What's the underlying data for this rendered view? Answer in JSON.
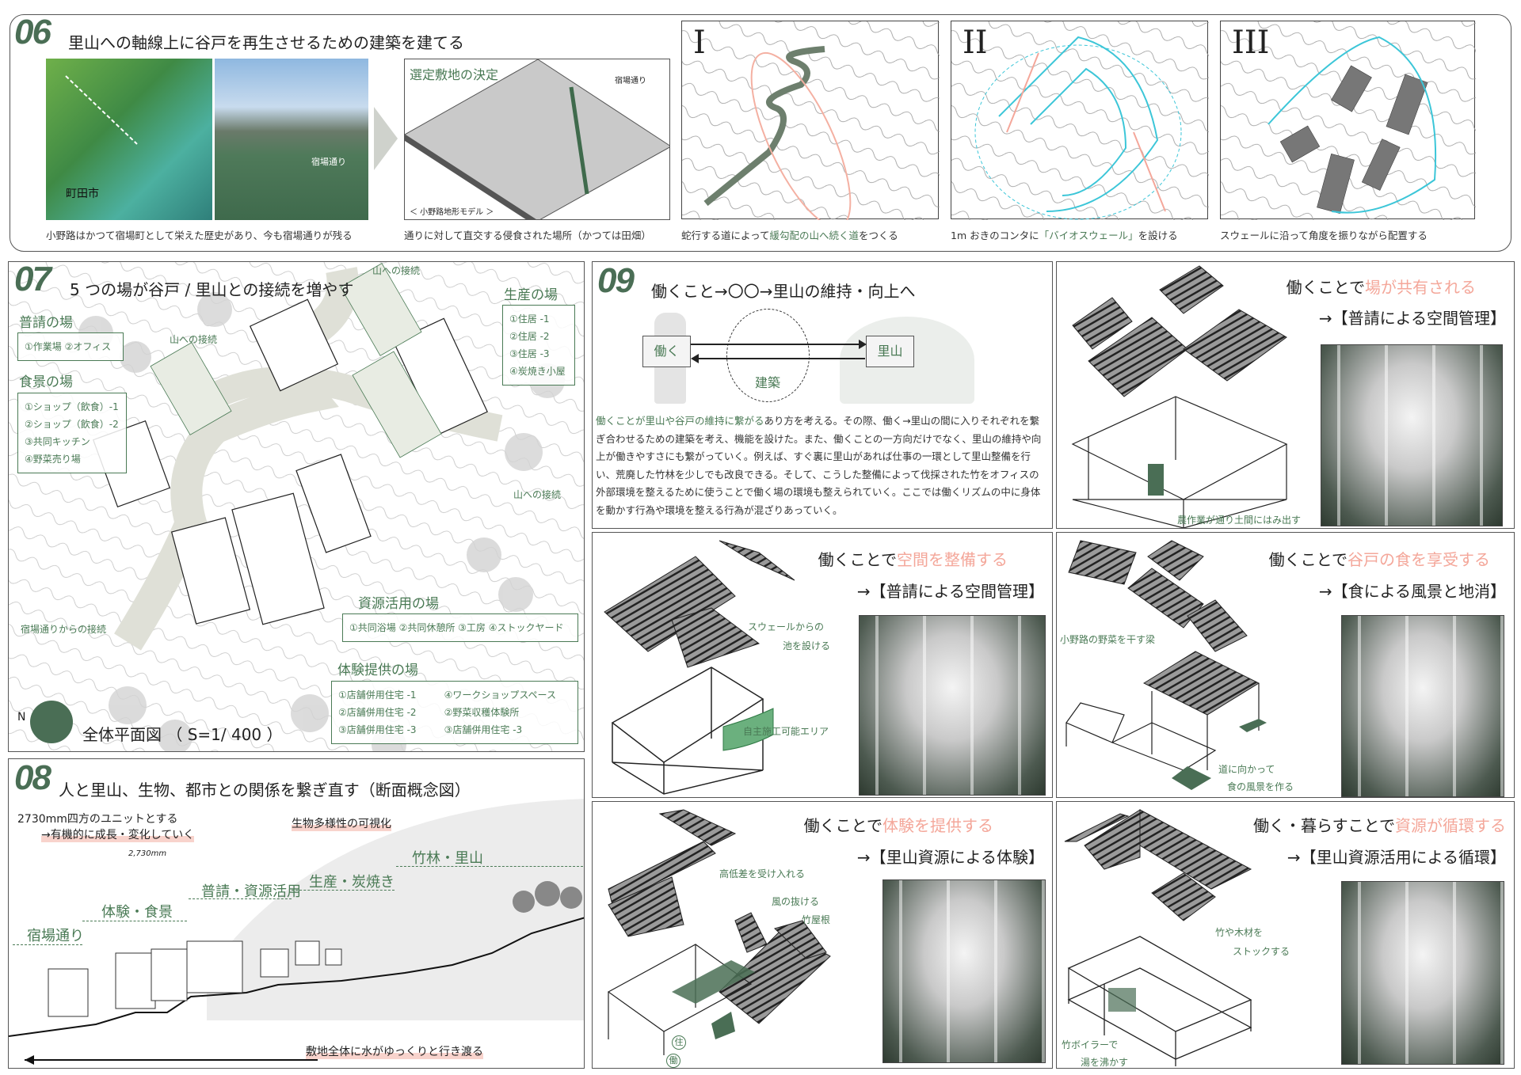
{
  "s06": {
    "num": "06",
    "title": "里山への軸線上に谷戸を再生させるための建築を建てる",
    "map_label": "町田市",
    "street_label": "宿場通り",
    "model_title": "選定敷地の決定",
    "model_pointer": "宿場通り",
    "model_caption": "＜ 小野路地形モデル ＞",
    "caption1": "小野路はかつて宿場町として栄えた歴史があり、今も宿場通りが残る",
    "caption2": "通りに対して直交する侵食された場所（かつては田畑）",
    "steps": [
      {
        "roman": "I",
        "caption_a": "蛇行する道によって",
        "caption_b": "緩勾配の山へ続く道",
        "caption_c": "をつくる"
      },
      {
        "roman": "II",
        "caption_a": "1m おきのコンタに",
        "caption_b": "「バイオスウェール」",
        "caption_c": "を設ける"
      },
      {
        "roman": "III",
        "caption_a": "スウェールに沿って角度を振りながら配置する",
        "caption_b": "",
        "caption_c": ""
      }
    ]
  },
  "s07": {
    "num": "07",
    "title": "5 つの場が谷戸 / 里山との接続を増やす",
    "groups": {
      "fushin": {
        "head": "普請の場",
        "items": [
          "①作業場 ②オフィス"
        ]
      },
      "shokkei": {
        "head": "食景の場",
        "items": [
          "①ショップ（飲食）-1",
          "②ショップ（飲食）-2",
          "③共同キッチン",
          "④野菜売り場"
        ]
      },
      "seisan": {
        "head": "生産の場",
        "items": [
          "①住居 -1",
          "②住居 -2",
          "③住居 -3",
          "④炭焼き小屋"
        ]
      },
      "shigen": {
        "head": "資源活用の場",
        "items": [
          "①共同浴場 ②共同休憩所 ③工房 ④ストックヤード"
        ]
      },
      "taiken": {
        "head": "体験提供の場",
        "items": [
          "①店舗併用住宅 -1",
          "④ワークショップスペース",
          "②店舗併用住宅 -2",
          "②野菜収穫体験所",
          "③店舗併用住宅 -3",
          "③店舗併用住宅 -3"
        ]
      }
    },
    "arrows": [
      "山への接続",
      "山への接続",
      "山への接続",
      "宿場通りからの接続"
    ],
    "north": "N",
    "plan_title": "全体平面図 （ S=1/ 400 ）"
  },
  "s08": {
    "num": "08",
    "title": "人と里山、生物、都市との関係を繋ぎ直す（断面概念図）",
    "note1": "2730mm四方のユニットとする",
    "note2": "→有機的に成長・変化していく",
    "note3": "生物多様性の可視化",
    "dim": "2,730mm",
    "zones": [
      "宿場通り",
      "体験・食景",
      "普請・資源活用",
      "生産・炭焼き",
      "竹林・里山"
    ],
    "water": "敷地全体に水がゆっくりと行き渡る"
  },
  "s09": {
    "num": "09",
    "title": "働くこと→〇〇→里山の維持・向上へ",
    "left_box": "働く",
    "right_box": "里山",
    "circle": "建築",
    "para_green": "働くことが里山や谷戸の維持に繋がる",
    "para_rest": "あり方を考える。その際、働く→里山の間に入りそれぞれを繋ぎ合わせるための建築を考え、機能を設けた。また、働くことの一方向だけでなく、里山の維持や向上が働きやすさにも繋がっていく。例えば、すぐ裏に里山があれば仕事の一環として里山整備を行い、荒廃した竹林を少しでも改良できる。そして、こうした整備によって伐採された竹をオフィスの外部環境を整えるために使うことで働く場の環境も整えられていく。ここでは働くリズムの中に身体を動かす行為や環境を整える行為が混ざりあっていく。"
  },
  "panels": [
    {
      "t1": "働くことで",
      "t2": "場が共有される",
      "sub": "→【普請による空間管理】",
      "notes": [
        "農作業が通り土間にはみ出す"
      ]
    },
    {
      "t1": "働くことで",
      "t2": "空間を整備する",
      "sub": "→【普請による空間管理】",
      "notes": [
        "スウェールからの",
        "池を設ける",
        "自主施工可能エリア"
      ]
    },
    {
      "t1": "働くことで",
      "t2": "谷戸の食を享受する",
      "sub": "→【食による風景と地消】",
      "notes": [
        "小野路の野菜を干す梁",
        "道に向かって",
        "食の風景を作る"
      ]
    },
    {
      "t1": "働くことで",
      "t2": "体験を提供する",
      "sub": "→【里山資源による体験】",
      "notes": [
        "高低差を受け入れる",
        "風の抜ける",
        "竹屋根",
        "住",
        "働"
      ]
    },
    {
      "t1": "働く・暮らすことで",
      "t2": "資源が循環する",
      "sub": "→【里山資源活用による循環】",
      "notes": [
        "竹や木材を",
        "ストックする",
        "竹ボイラーで",
        "湯を沸かす"
      ]
    }
  ],
  "colors": {
    "accent": "#4a7a55",
    "pink": "#f4a79a",
    "cyan": "#3cc6d8"
  }
}
